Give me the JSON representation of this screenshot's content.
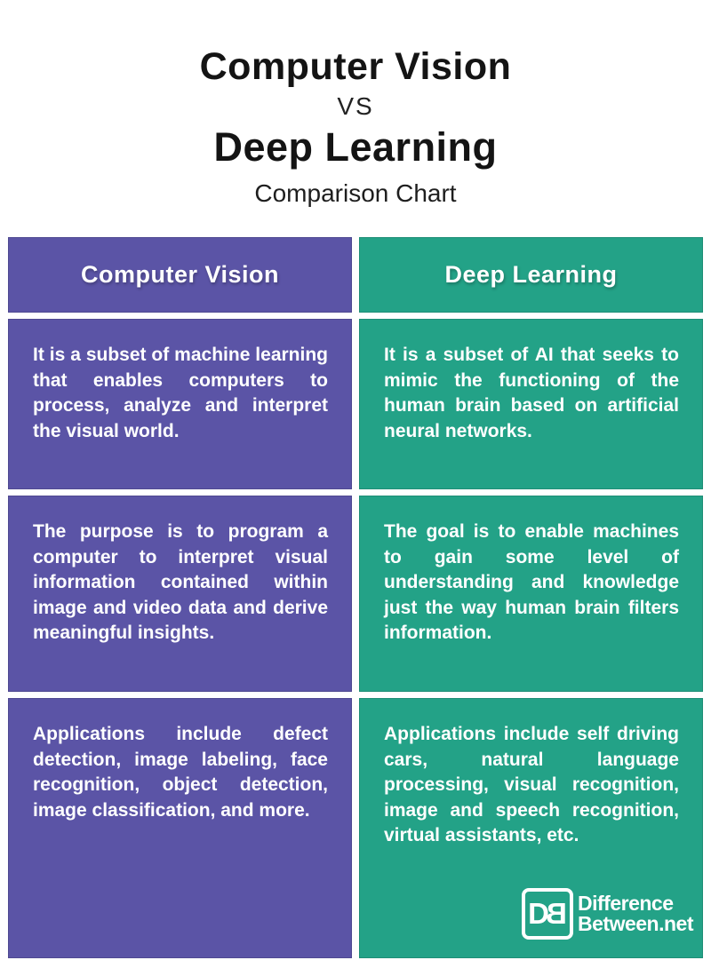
{
  "header": {
    "title_line1": "Computer Vision",
    "vs_label": "vs",
    "title_line2": "Deep Learning",
    "subtitle": "Comparison Chart"
  },
  "table": {
    "columns": [
      {
        "label": "Computer Vision"
      },
      {
        "label": "Deep Learning"
      }
    ],
    "rows": [
      {
        "cv": "It is a subset of machine learning that enables computers to process, analyze and interpret the visual world.",
        "dl": "It is a subset of AI that seeks to mimic the functioning of the human brain based on artificial neural networks."
      },
      {
        "cv": "The purpose is to program a computer to interpret visual information contained within image and video data and derive meaningful insights.",
        "dl": "The goal is to enable machines to gain some level of understanding and knowledge just the way human brain filters information."
      },
      {
        "cv": "Applications include defect detection, image labeling, face recognition, object detection, image classification, and more.",
        "dl": "Applications include self driving cars, natural language processing, visual recognition, image and speech recognition, virtual assistants, etc."
      }
    ]
  },
  "logo": {
    "monogram_d": "D",
    "monogram_b": "B",
    "line1": "Difference",
    "line2": "Between.net"
  },
  "colors": {
    "purple": "#5b54a6",
    "teal": "#23a287",
    "title_text": "#161616",
    "cell_text": "#ffffff",
    "background": "#ffffff"
  },
  "chart_data": {
    "type": "table",
    "title": "Computer Vision vs Deep Learning",
    "subtitle": "Comparison Chart",
    "columns": [
      "Computer Vision",
      "Deep Learning"
    ],
    "rows": [
      [
        "It is a subset of machine learning that enables computers to process, analyze and interpret the visual world.",
        "It is a subset of AI that seeks to mimic the functioning of the human brain based on artificial neural networks."
      ],
      [
        "The purpose is to program a computer to interpret visual information contained within image and video data and derive meaningful insights.",
        "The goal is to enable machines to gain some level of understanding and knowledge just the way human brain filters information."
      ],
      [
        "Applications include defect detection, image labeling, face recognition, object detection, image classification, and more.",
        "Applications include self driving cars, natural language processing, visual recognition, image and speech recognition, virtual assistants, etc."
      ]
    ]
  }
}
